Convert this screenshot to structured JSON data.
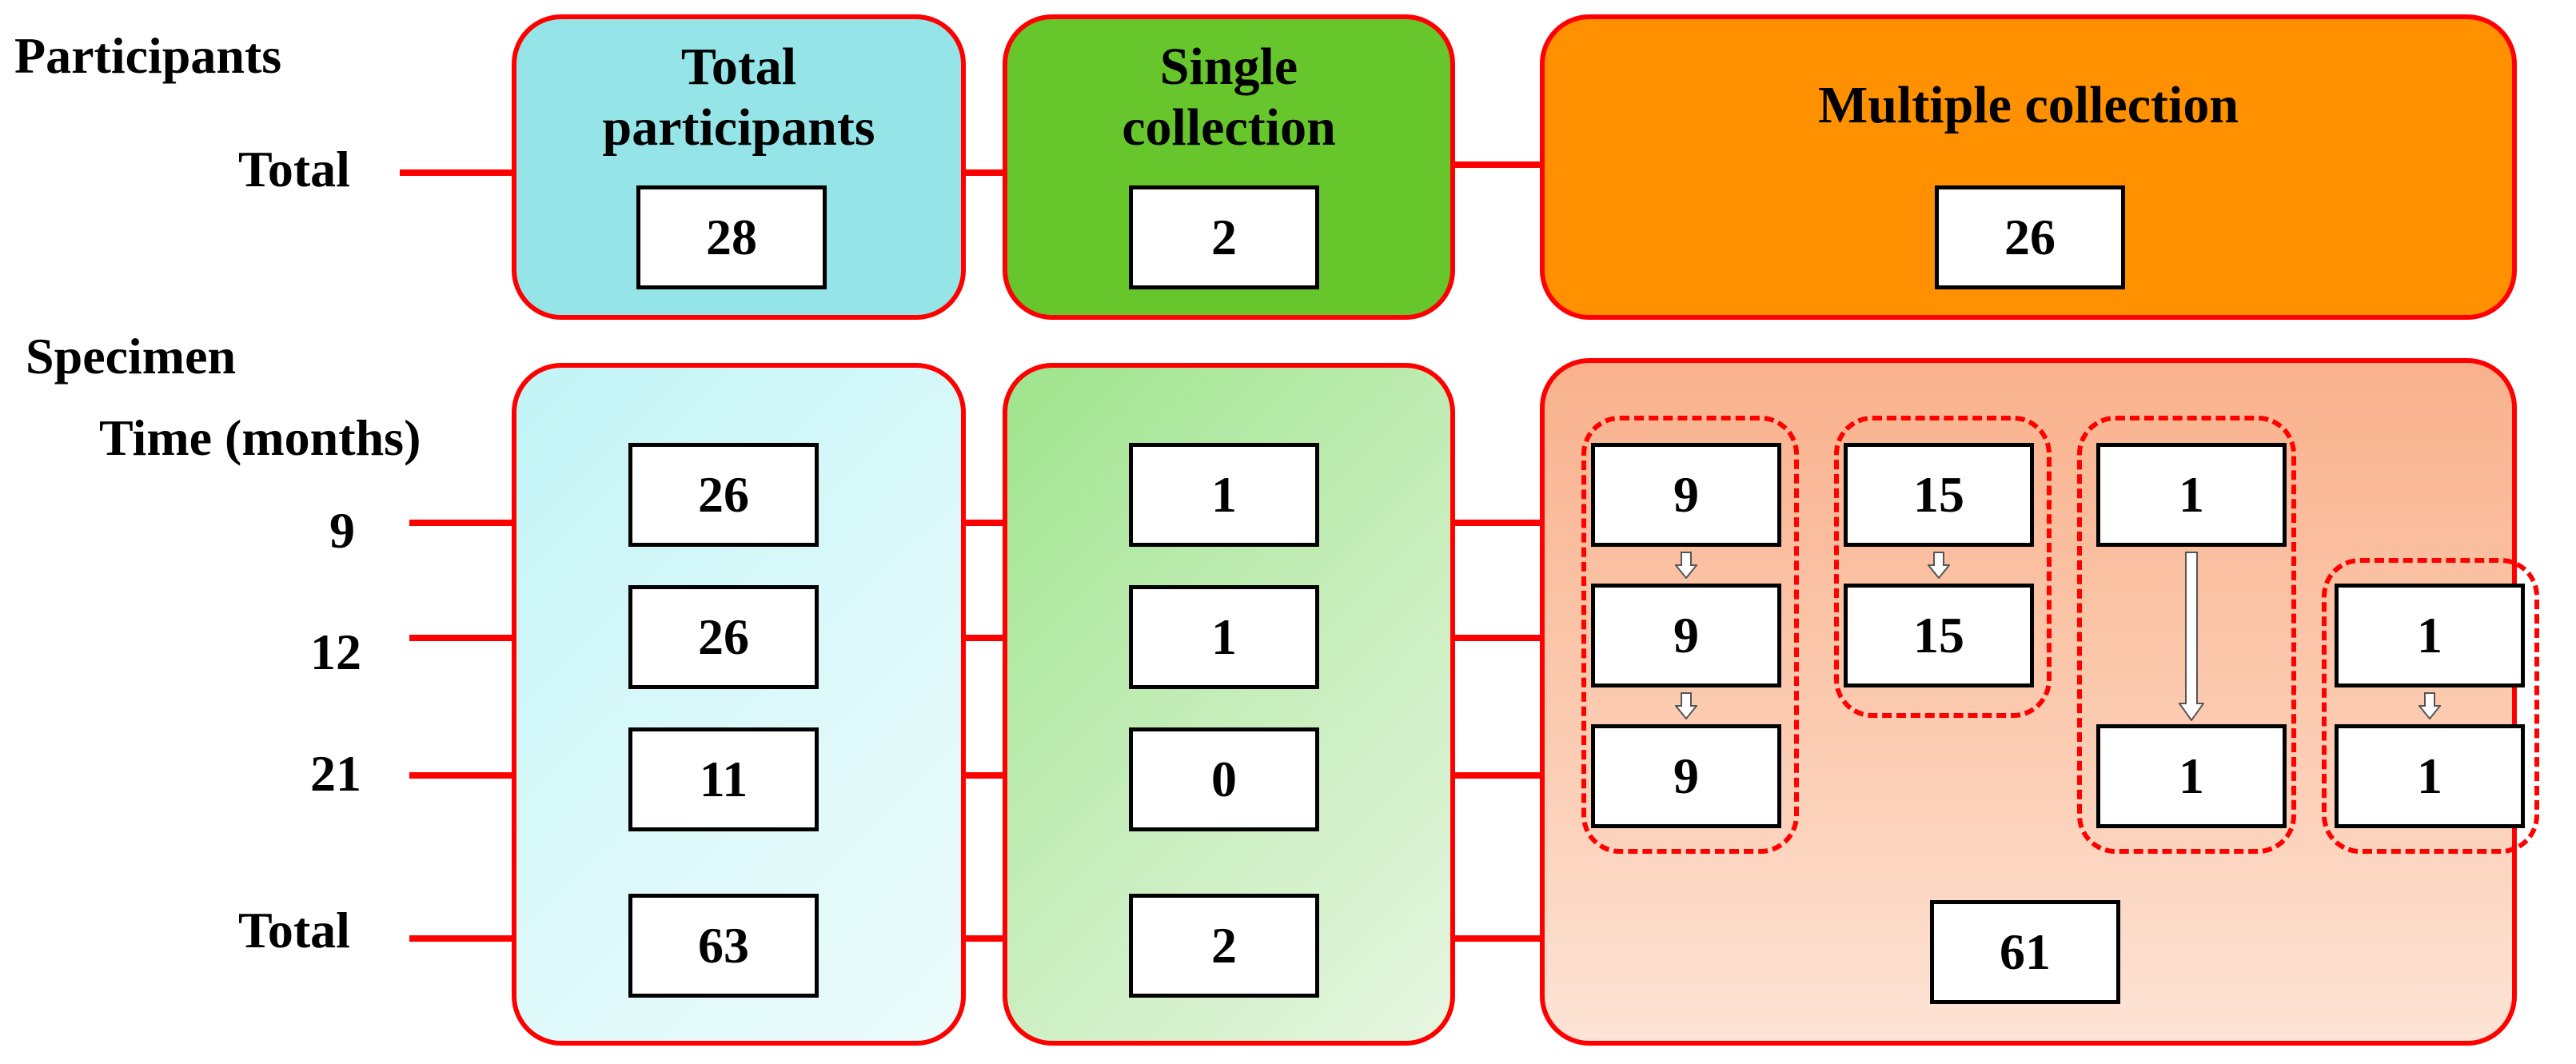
{
  "labels": {
    "participants": "Participants",
    "total_top": "Total",
    "specimen": "Specimen",
    "time": "Time (months)",
    "t9": "9",
    "t12": "12",
    "t21": "21",
    "total_bottom": "Total"
  },
  "participants_row": {
    "total": {
      "heading": [
        "Total",
        "participants"
      ],
      "value": "28"
    },
    "single": {
      "heading": [
        "Single",
        "collection"
      ],
      "value": "2"
    },
    "multiple": {
      "heading": "Multiple collection",
      "value": "26"
    }
  },
  "specimen_row": {
    "total": {
      "m9": "26",
      "m12": "26",
      "m21": "11",
      "total": "63"
    },
    "single": {
      "m9": "1",
      "m12": "1",
      "m21": "0",
      "total": "2"
    },
    "multiple": {
      "groups": [
        {
          "m9": "9",
          "m12": "9",
          "m21": "9"
        },
        {
          "m9": "15",
          "m12": "15"
        },
        {
          "m9": "1",
          "m21": "1"
        },
        {
          "m12": "1",
          "m21": "1"
        }
      ],
      "total": "61"
    }
  },
  "colors": {
    "line": "#ff0000",
    "total_header": "#94e4e8",
    "single_header": "#67c62b",
    "multiple_header": "#ff9100"
  }
}
